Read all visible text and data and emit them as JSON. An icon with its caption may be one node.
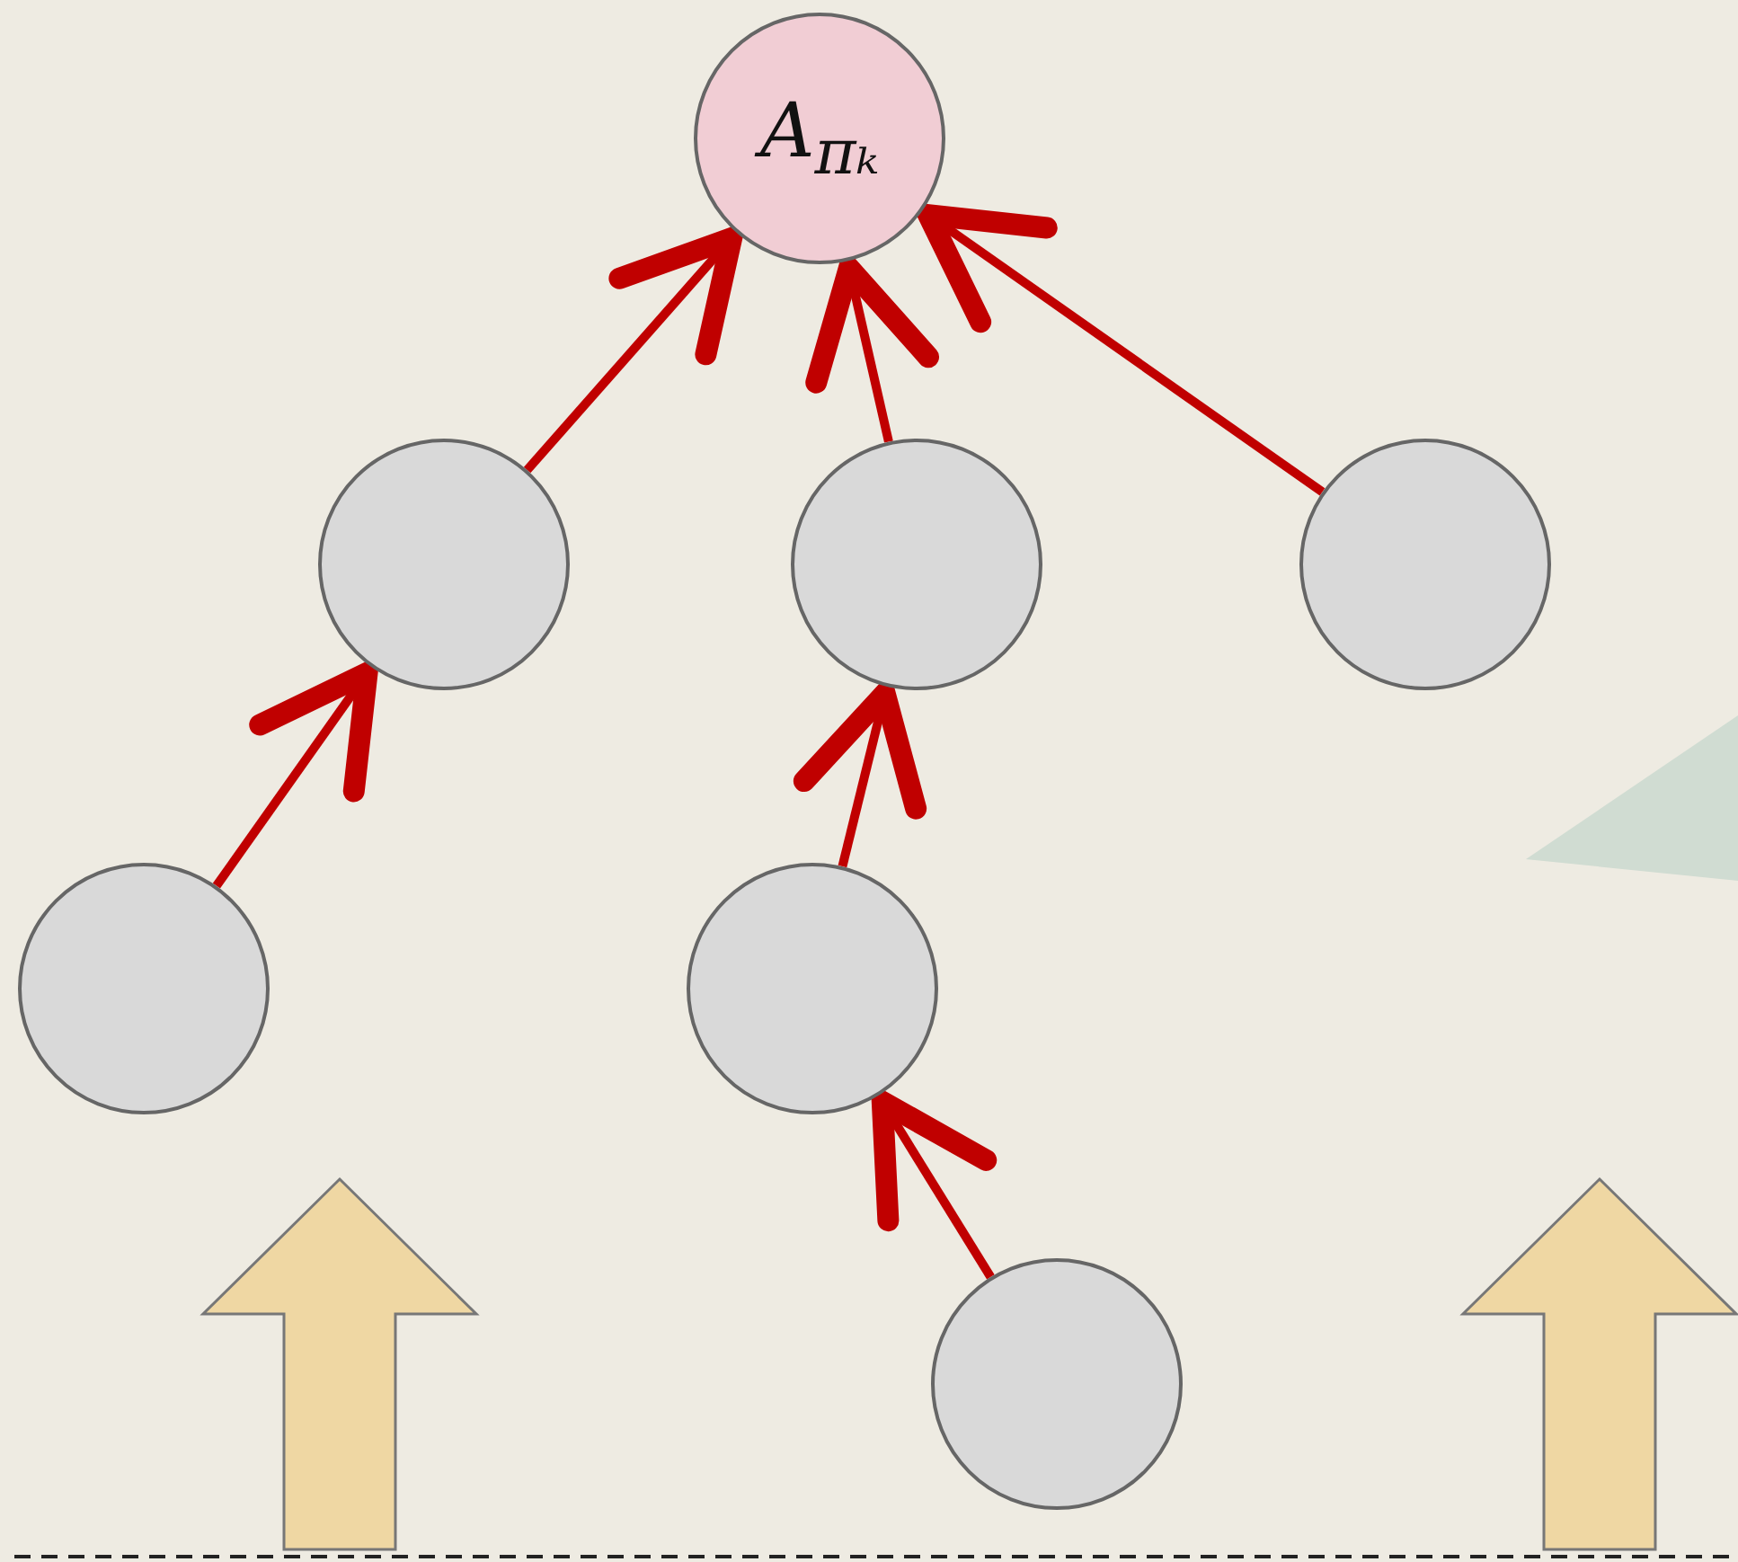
{
  "diagram": {
    "nodes": [
      {
        "text": [
          "A$_{πₖ}$"
        ]
      },
      {
        "text": [],
        "shape": "circle"
      },
      {
        "text": [],
        "shape": "circle"
      },
      {
        "text": [],
        "shape": "circle"
      },
      {
        "text": [],
        "shape": "circle"
      },
      {
        "text": [],
        "shape": "circle"
      },
      {
        "text": [],
        "shape": "circle"
      },
      {
        "text": [],
        "shape": "triangle"
      }
    ],
    "edges": [
      {
        "from": 1,
        "to": 0,
        "arrow": "to"
      },
      {
        "from": 2,
        "to": 0,
        "arrow": "to"
      },
      {
        "from": 3,
        "to": 0,
        "arrow": "to"
      },
      {
        "from": 4,
        "to": 1,
        "arrow": "to"
      },
      {
        "from": 5,
        "to": 2,
        "arrow": "to"
      },
      {
        "from": 6,
        "to": 5,
        "arrow": "to"
      }
    ]
  }
}
